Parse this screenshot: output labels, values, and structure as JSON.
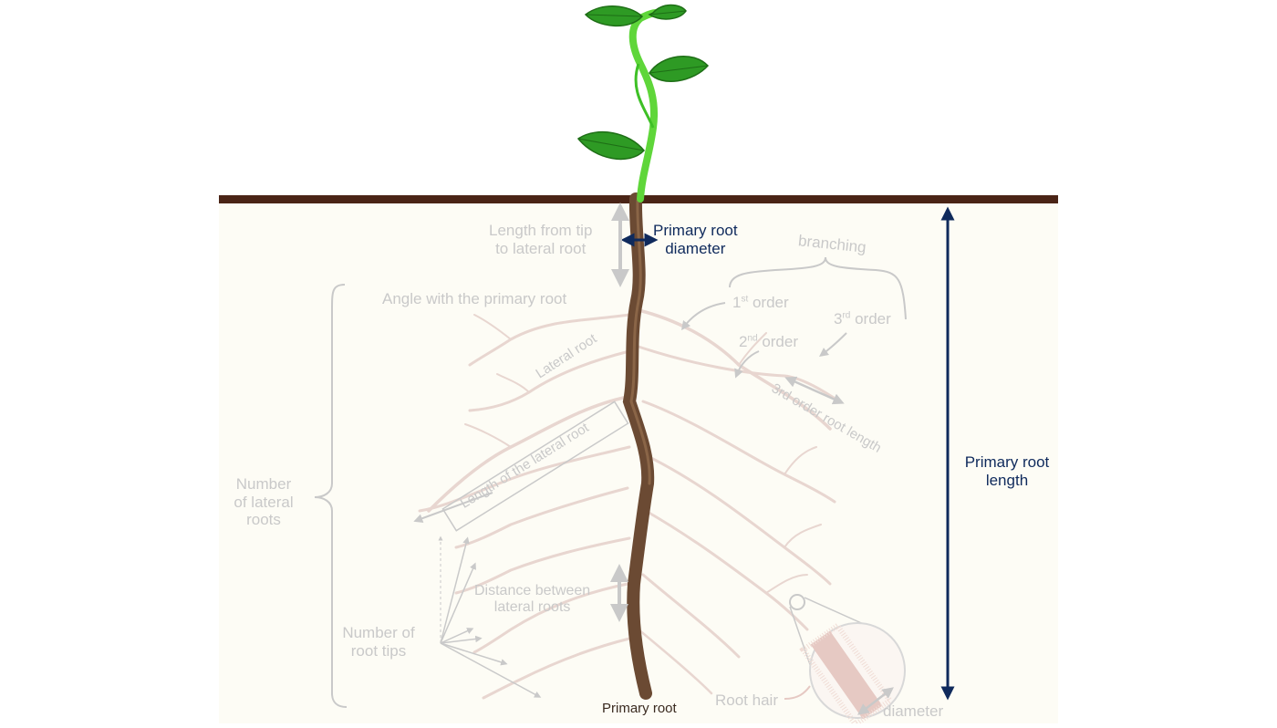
{
  "colors": {
    "soil_bg": "#fdfcf5",
    "soil_line": "#4a2416",
    "root_main": "#6b4a33",
    "root_lateral": "#e8d6d0",
    "leaf": "#2e9a24",
    "stem": "#5fd63a",
    "annotation_dark": "#0f2a5c",
    "annotation_faint": "#c9c9c9"
  },
  "labels": {
    "primary_root_diameter": [
      "Primary root",
      "diameter"
    ],
    "primary_root_length": [
      "Primary root",
      "length"
    ],
    "length_from_tip": [
      "Length from tip",
      "to lateral root"
    ],
    "branching": "branching",
    "first_order": {
      "num": "1",
      "sup": "st",
      "text": " order"
    },
    "second_order": {
      "num": "2",
      "sup": "nd",
      "text": " order"
    },
    "third_order": {
      "num": "3",
      "sup": "rd",
      "text": " order"
    },
    "third_order_length": "3rd order root length",
    "angle": "Angle with the primary root",
    "lateral_root": "Lateral root",
    "length_lateral": "Length of the lateral root",
    "number_lateral": [
      "Number",
      "of lateral",
      "roots"
    ],
    "distance_between": [
      "Distance between",
      "lateral roots"
    ],
    "number_tips": [
      "Number of",
      "root tips"
    ],
    "primary_root": "Primary root",
    "root_hair": "Root hair",
    "diameter": "diameter"
  }
}
